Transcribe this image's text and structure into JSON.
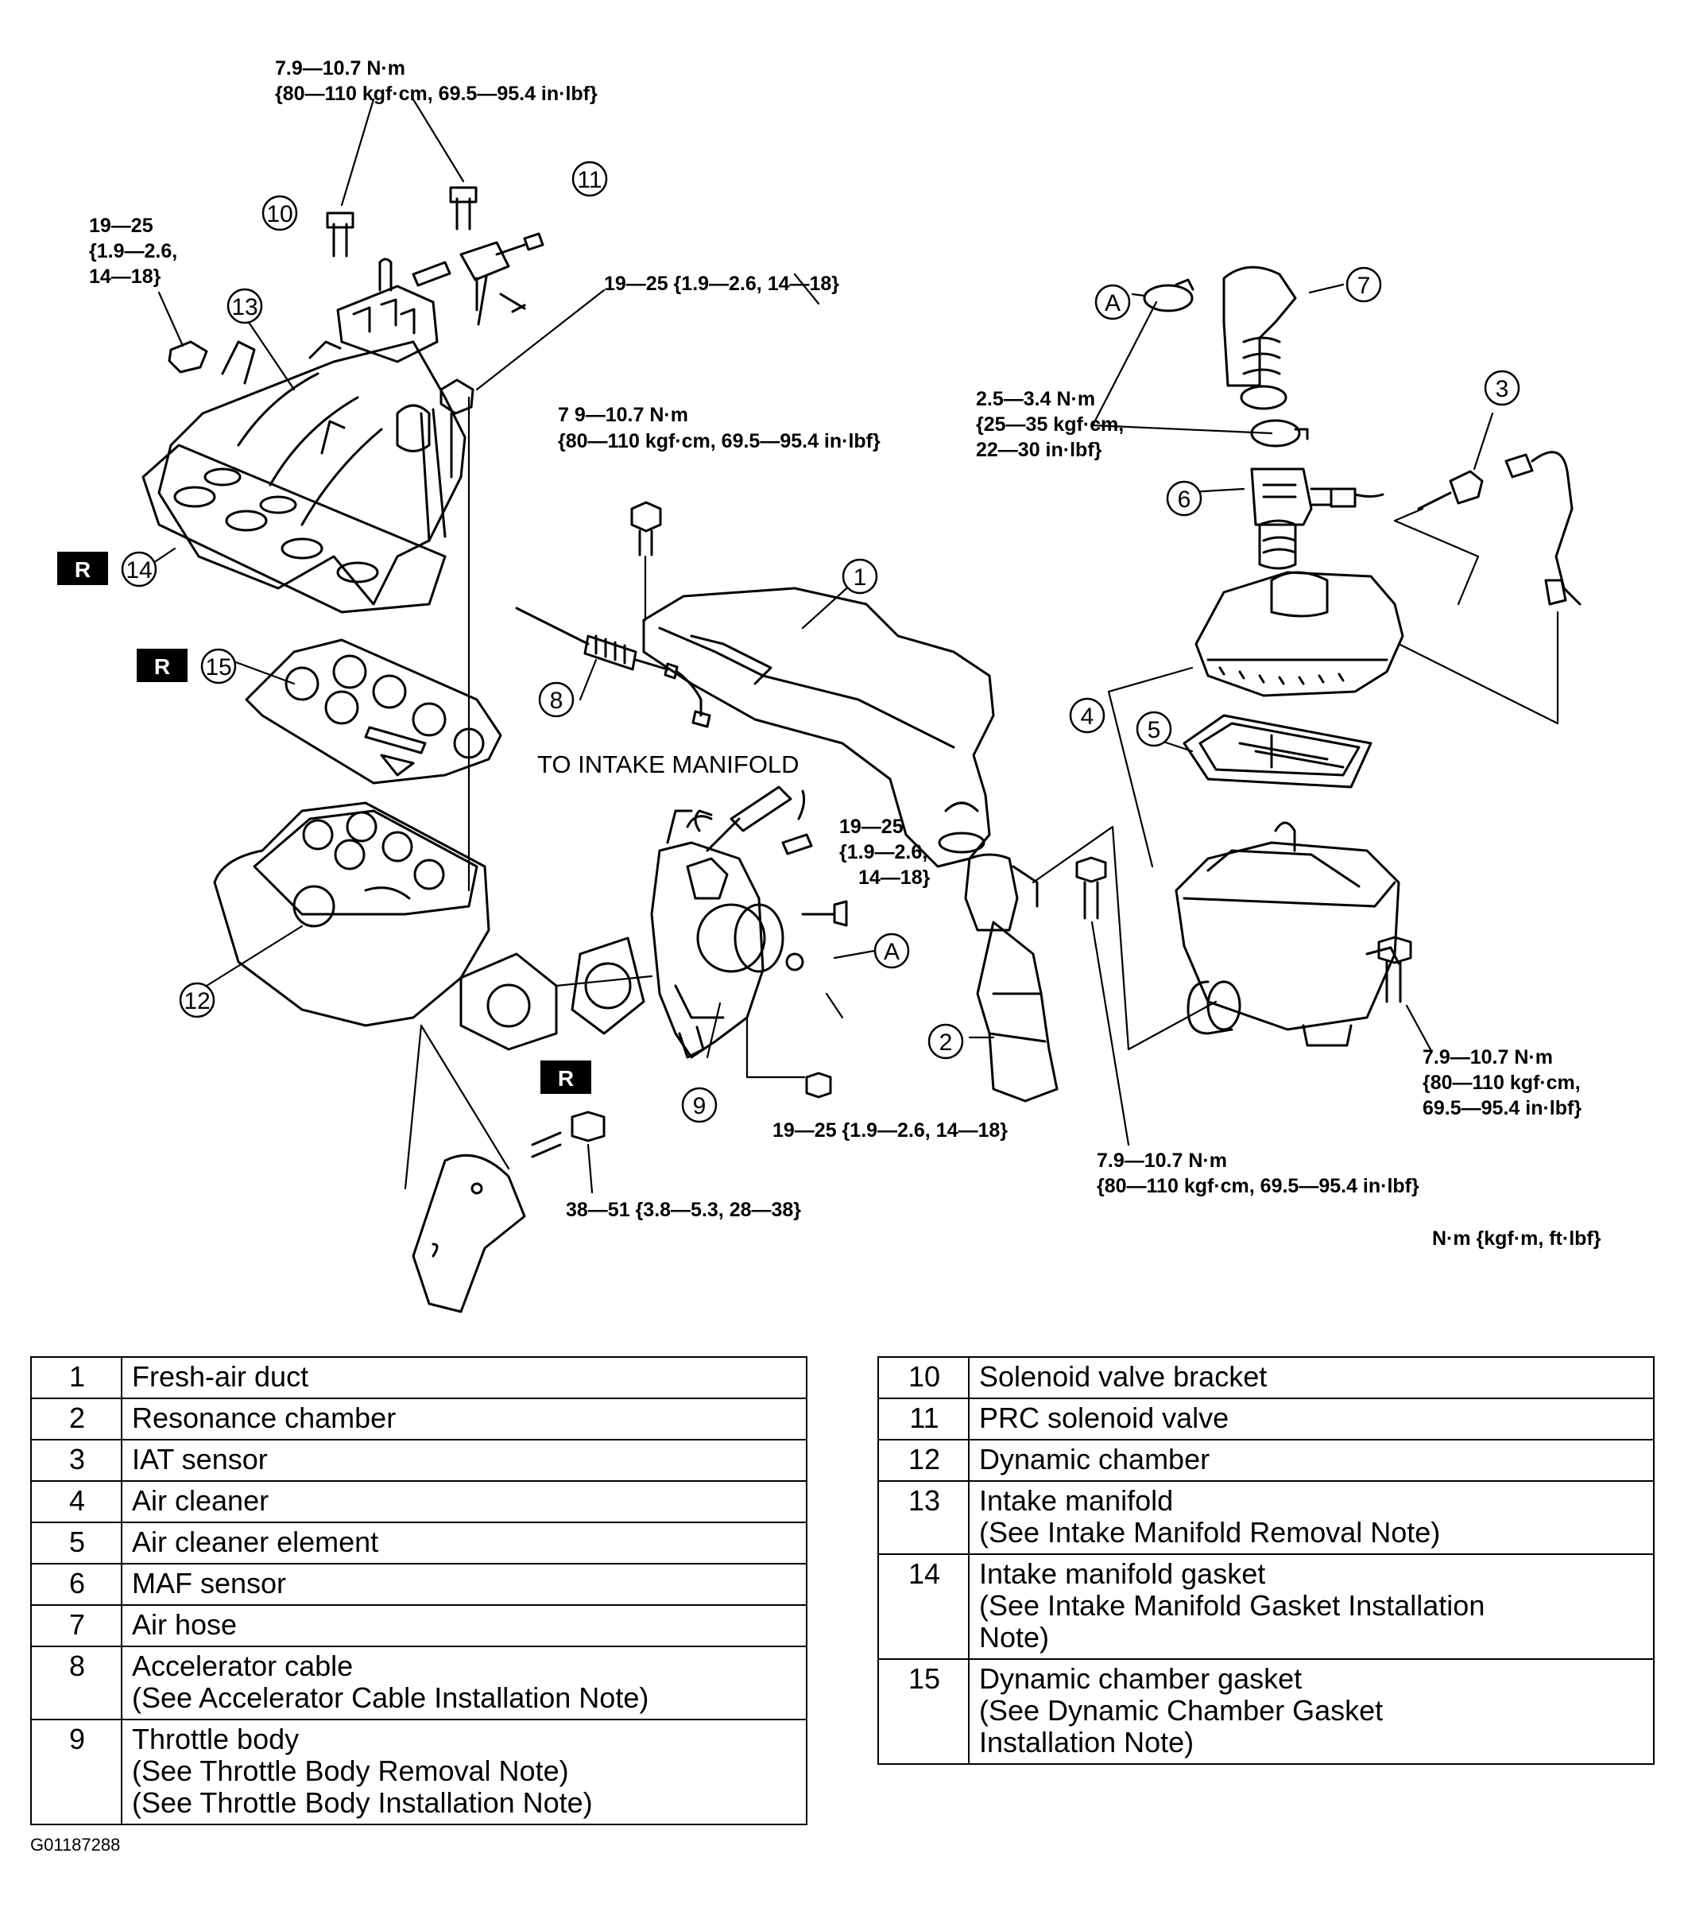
{
  "torque_labels": {
    "tq_solenoid_bolts_1": "7.9—10.7 N·m",
    "tq_solenoid_bolts_2": "{80—110 kgf·cm, 69.5—95.4 in·lbf}",
    "tq_manifold_left_1": "19—25",
    "tq_manifold_left_2": "{1.9—2.6,",
    "tq_manifold_left_3": "14—18}",
    "tq_manifold_nut": "19—25 {1.9—2.6, 14—18}",
    "tq_duct_bolt_1": "7 9—10.7 N·m",
    "tq_duct_bolt_2": "{80—110 kgf·cm, 69.5—95.4 in·lbf}",
    "tq_clamp_1": "2.5—3.4 N·m",
    "tq_clamp_2": "{25—35 kgf·cm,",
    "tq_clamp_3": "22—30 in·lbf}",
    "tq_throttle_bolt_1": "19—25",
    "tq_throttle_bolt_2": "{1.9—2.6,",
    "tq_throttle_bolt_3": "14—18}",
    "tq_throttle_nut": "19—25 {1.9—2.6, 14—18}",
    "tq_bracket_bolt": "38—51 {3.8—5.3, 28—38}",
    "tq_cleaner_bolt_1": "7.9—10.7 N·m",
    "tq_cleaner_bolt_2": "{80—110 kgf·cm,",
    "tq_cleaner_bolt_3": "69.5—95.4 in·lbf}",
    "tq_resonance_bolt_1": "7.9—10.7 N·m",
    "tq_resonance_bolt_2": "{80—110 kgf·cm, 69.5—95.4 in·lbf}",
    "units": "N·m {kgf·m, ft·lbf}"
  },
  "annotations": {
    "to_intake_manifold": "TO INTAKE MANIFOLD",
    "replace_mark": "R",
    "connector_a": "A"
  },
  "callouts": [
    "1",
    "2",
    "3",
    "4",
    "5",
    "6",
    "7",
    "8",
    "9",
    "10",
    "11",
    "12",
    "13",
    "14",
    "15"
  ],
  "legend_left": [
    {
      "num": "1",
      "lines": [
        "Fresh-air duct"
      ]
    },
    {
      "num": "2",
      "lines": [
        "Resonance chamber"
      ]
    },
    {
      "num": "3",
      "lines": [
        "IAT sensor"
      ]
    },
    {
      "num": "4",
      "lines": [
        "Air cleaner"
      ]
    },
    {
      "num": "5",
      "lines": [
        "Air cleaner element"
      ]
    },
    {
      "num": "6",
      "lines": [
        "MAF sensor"
      ]
    },
    {
      "num": "7",
      "lines": [
        "Air hose"
      ]
    },
    {
      "num": "8",
      "lines": [
        "Accelerator cable",
        "(See Accelerator Cable Installation Note)"
      ]
    },
    {
      "num": "9",
      "lines": [
        "Throttle body",
        "(See Throttle Body Removal Note)",
        "(See Throttle Body Installation Note)"
      ]
    }
  ],
  "legend_right": [
    {
      "num": "10",
      "lines": [
        "Solenoid valve bracket"
      ]
    },
    {
      "num": "11",
      "lines": [
        "PRC solenoid valve"
      ]
    },
    {
      "num": "12",
      "lines": [
        "Dynamic chamber"
      ]
    },
    {
      "num": "13",
      "lines": [
        "Intake manifold",
        "(See  Intake Manifold Removal Note)"
      ]
    },
    {
      "num": "14",
      "lines": [
        "Intake manifold gasket",
        "(See Intake Manifold Gasket Installation",
        "Note)"
      ]
    },
    {
      "num": "15",
      "lines": [
        "Dynamic chamber gasket",
        "(See Dynamic Chamber Gasket",
        "Installation Note)"
      ]
    }
  ],
  "figure_id": "G01187288"
}
